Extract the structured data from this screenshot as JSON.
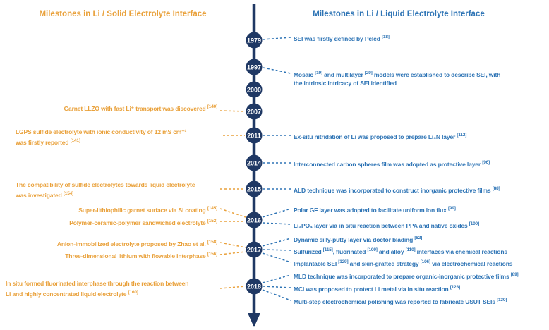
{
  "figure_title": "Timeline of milestones in Li electrolyte interfaces",
  "colors": {
    "solid": "#E9A13B",
    "liquid": "#2E74B5",
    "timeline": "#1F3864"
  },
  "headers": {
    "left": "Milestones in Li / Solid Electrolyte Interface",
    "right": "Milestones in Li / Liquid Electrolyte Interface"
  },
  "years": [
    "1979",
    "1997",
    "2000",
    "2007",
    "2011",
    "2014",
    "2015",
    "2016",
    "2017",
    "2018"
  ],
  "solid_events": [
    {
      "year": "2007",
      "text": "Garnet LLZO with fast Li⁺ transport was discovered [140]"
    },
    {
      "year": "2011",
      "text": "LGPS sulfide electrolyte with ionic conductivity of 12 mS cm⁻¹\nwas firstly reported [141]"
    },
    {
      "year": "2015",
      "text": "The compatibility of sulfide electrolytes towards liquid electrolyte\nwas investigated [154]"
    },
    {
      "year": "2016",
      "text": "Super-lithiophilic garnet surface via Si coating [145]"
    },
    {
      "year": "2016",
      "text": "Polymer-ceramic-polymer sandwiched electrolyte [152]"
    },
    {
      "year": "2017",
      "text": "Anion-immobilized electrolyte proposed by Zhao et al. [158]"
    },
    {
      "year": "2017",
      "text": "Three-dimensional lithium with flowable interphase [156]"
    },
    {
      "year": "2018",
      "text": "In situ formed fluorinated interphase through the reaction between\nLi and highly concentrated liquid electrolyte [160]"
    }
  ],
  "liquid_events": [
    {
      "year": "1979",
      "text": "SEI was firstly defined by Peled [18]"
    },
    {
      "year": "1997",
      "text": "Mosaic [19] and multilayer [20] models were established to describe SEI, with\nthe intrinsic intricacy of SEI identified"
    },
    {
      "year": "2011",
      "text": "Ex-situ nitridation of Li was proposed to prepare Li₃N layer [112]"
    },
    {
      "year": "2014",
      "text": "Interconnected carbon spheres film was adopted as protective layer [96]"
    },
    {
      "year": "2015",
      "text": "ALD technique was incorporated to construct inorganic protective films [88]"
    },
    {
      "year": "2016",
      "text": "Polar GF layer was adopted to facilitate uniform ion flux [99]"
    },
    {
      "year": "2016",
      "text": "Li₃PO₄ layer via in situ reaction between PPA and native oxides [100]"
    },
    {
      "year": "2017",
      "text": "Dynamic silly-putty layer via doctor blading [62]"
    },
    {
      "year": "2017",
      "text": "Sulfurized [115], fluorinated [109] and alloy [110] interfaces via chemical reactions"
    },
    {
      "year": "2017",
      "text": "Implantable SEI [129] and skin-grafted strategy [106] via electrochemical reactions"
    },
    {
      "year": "2018",
      "text": "MLD technique was incorporated to prepare organic-inorganic protective films [89]"
    },
    {
      "year": "2018",
      "text": "MCI was proposed to protect Li metal via in situ reaction [123]"
    },
    {
      "year": "2018",
      "text": "Multi-step electrochemical polishing was reported to fabricate USUT SEIs [130]"
    }
  ]
}
